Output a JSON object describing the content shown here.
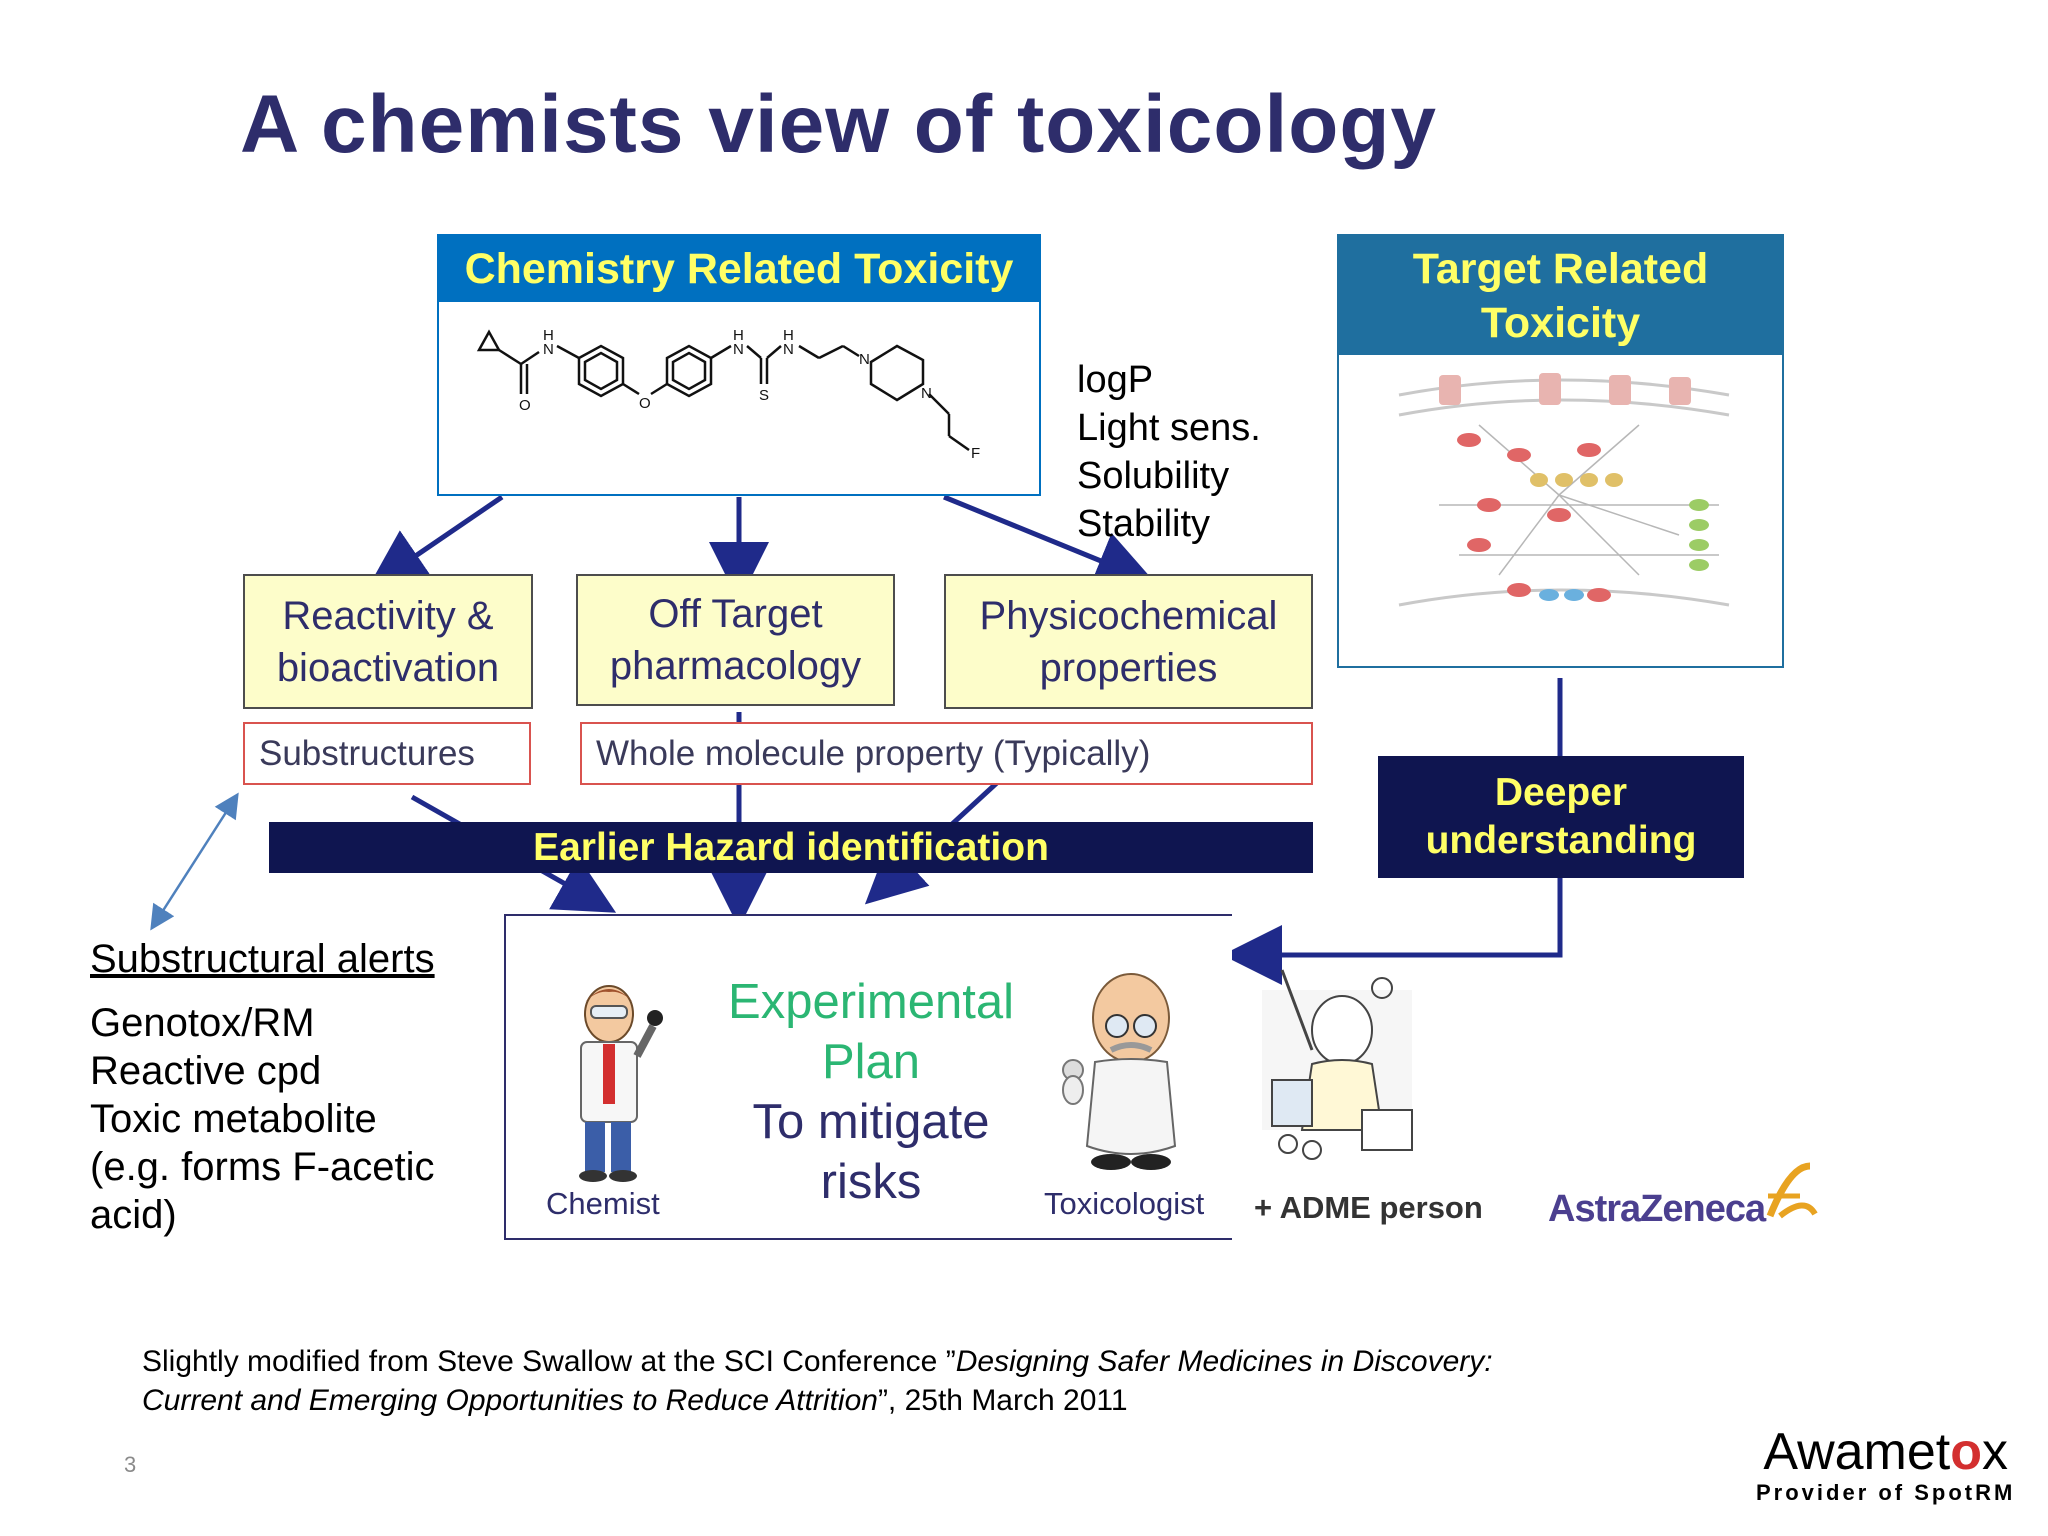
{
  "title": "A chemists view of toxicology",
  "chem_box": {
    "header": "Chemistry Related Toxicity",
    "molecule_labels": [
      "H",
      "N",
      "O",
      "O",
      "H",
      "N",
      "H",
      "N",
      "S",
      "N",
      "N",
      "F"
    ]
  },
  "target_box": {
    "header_line1": "Target Related",
    "header_line2": "Toxicity"
  },
  "properties": [
    "logP",
    "Light sens.",
    "Solubility",
    "Stability"
  ],
  "yellow_boxes": [
    {
      "line1": "Reactivity &",
      "line2": "bioactivation"
    },
    {
      "line1": "Off Target",
      "line2": "pharmacology"
    },
    {
      "line1": "Physicochemical",
      "line2": "properties"
    }
  ],
  "red_boxes": [
    "Substructures",
    "Whole molecule property (Typically)"
  ],
  "hazard_bar": "Earlier Hazard identification",
  "deeper": {
    "line1": "Deeper",
    "line2": "understanding"
  },
  "alerts": {
    "heading": "Substructural alerts",
    "items": [
      "Genotox/RM",
      "Reactive cpd",
      "Toxic metabolite",
      "(e.g. forms F-acetic",
      "acid)"
    ]
  },
  "plan": {
    "line1": "Experimental",
    "line2": "Plan",
    "line3": "To mitigate",
    "line4": "risks",
    "chemist": "Chemist",
    "toxicologist": "Toxicologist"
  },
  "adme": "+ ADME person",
  "astrazeneca": "AstraZeneca",
  "citation": {
    "line1_pre": "Slightly modified from Steve Swallow at the SCI Conference ”",
    "line1_italic": "Designing Safer Medicines in Discovery:",
    "line2_italic": "Current and Emerging Opportunities to Reduce Attrition",
    "line2_post": "”, 25th March 2011"
  },
  "page_number": "3",
  "logo": {
    "name_pre": "Awamet",
    "name_mid": "o",
    "name_post": "x",
    "tagline": "Provider of SpotRM"
  },
  "colors": {
    "title": "#2e2d6b",
    "header_blue": "#0070c0",
    "header_teal": "#1f6f9f",
    "header_text": "#ffff66",
    "navy": "#0f1550",
    "arrow": "#1f2a8a",
    "plan_green": "#2bb673",
    "red_border": "#d9534f",
    "yellow_fill": "#fdfdca"
  }
}
